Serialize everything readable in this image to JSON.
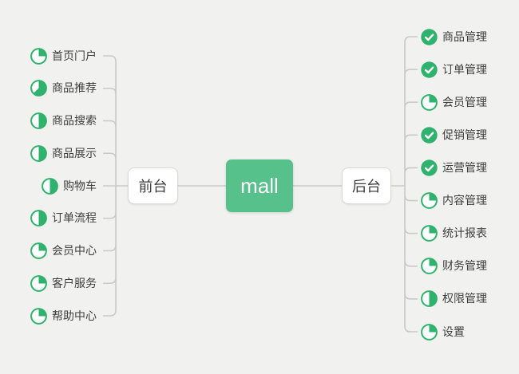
{
  "root": {
    "label": "mall"
  },
  "branches": {
    "frontend": {
      "label": "前台",
      "items": [
        {
          "label": "首页门户",
          "progress": 25
        },
        {
          "label": "商品推荐",
          "progress": 62.5
        },
        {
          "label": "商品搜索",
          "progress": 50
        },
        {
          "label": "商品展示",
          "progress": 50
        },
        {
          "label": "购物车",
          "progress": 50
        },
        {
          "label": "订单流程",
          "progress": 50
        },
        {
          "label": "会员中心",
          "progress": 25
        },
        {
          "label": "客户服务",
          "progress": 25
        },
        {
          "label": "帮助中心",
          "progress": 25
        }
      ]
    },
    "backend": {
      "label": "后台",
      "items": [
        {
          "label": "商品管理",
          "progress": "done"
        },
        {
          "label": "订单管理",
          "progress": "done"
        },
        {
          "label": "会员管理",
          "progress": 25
        },
        {
          "label": "促销管理",
          "progress": "done"
        },
        {
          "label": "运营管理",
          "progress": "done"
        },
        {
          "label": "内容管理",
          "progress": 25
        },
        {
          "label": "统计报表",
          "progress": 25
        },
        {
          "label": "财务管理",
          "progress": 25
        },
        {
          "label": "权限管理",
          "progress": 50
        },
        {
          "label": "设置",
          "progress": 25
        }
      ]
    }
  },
  "icons": {
    "done": "check-circle-icon",
    "partial": "pie-progress-icon"
  },
  "colors": {
    "background": "#f1f1ef",
    "accent_green": "#2fb26d",
    "root_bg": "#57c18c",
    "line": "#c9c9c7"
  }
}
